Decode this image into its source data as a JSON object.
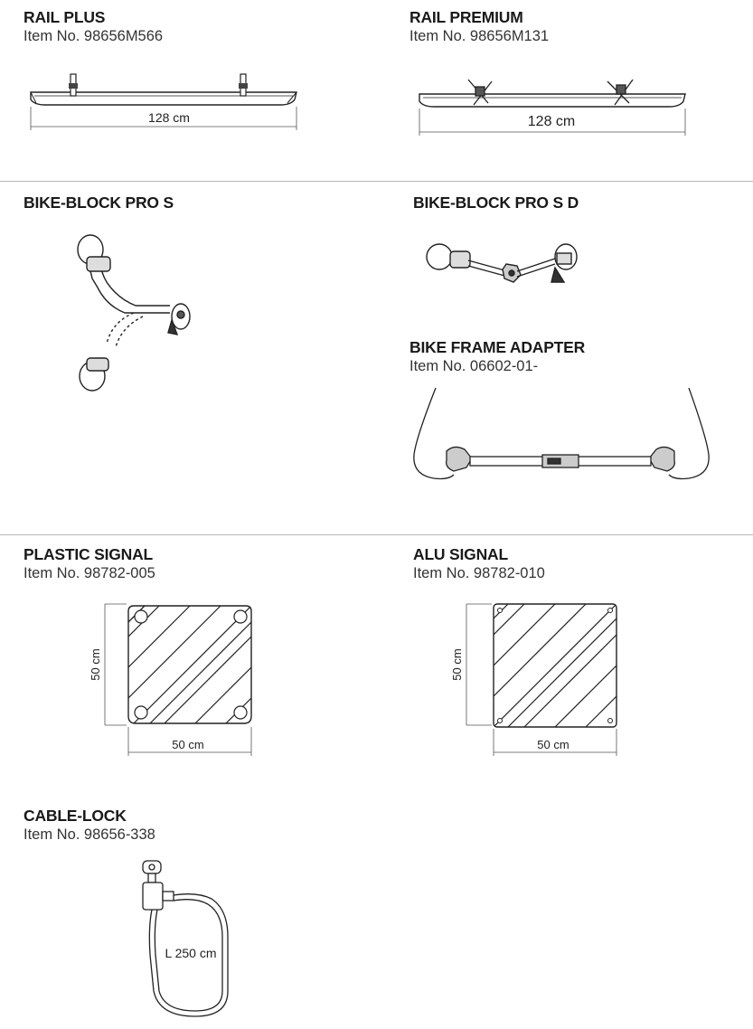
{
  "products": {
    "rail_plus": {
      "title": "RAIL PLUS",
      "item_no": "Item No. 98656M566",
      "length": "128 cm"
    },
    "rail_premium": {
      "title": "RAIL PREMIUM",
      "item_no": "Item No. 98656M131",
      "length": "128 cm"
    },
    "bike_block_pro_s": {
      "title": "BIKE-BLOCK PRO S"
    },
    "bike_block_pro_s_d": {
      "title": "BIKE-BLOCK PRO S D"
    },
    "bike_frame_adapter": {
      "title": "BIKE FRAME ADAPTER",
      "item_no": "Item No.  06602-01-"
    },
    "plastic_signal": {
      "title": "PLASTIC SIGNAL",
      "item_no": "Item No. 98782-005",
      "height": "50 cm",
      "width": "50 cm"
    },
    "alu_signal": {
      "title": "ALU SIGNAL",
      "item_no": "Item No. 98782-010",
      "height": "50 cm",
      "width": "50 cm"
    },
    "cable_lock": {
      "title": "CABLE-LOCK",
      "item_no": "Item No. 98656-338",
      "length": "L 250 cm"
    }
  }
}
